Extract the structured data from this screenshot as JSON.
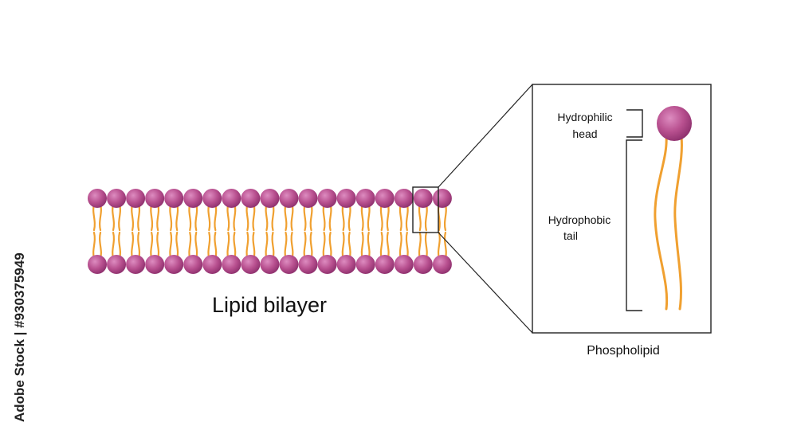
{
  "bilayer": {
    "label": "Lipid bilayer",
    "lipid_count": 19
  },
  "zoom_panel": {
    "head_label_line1": "Hydrophilic",
    "head_label_line2": "head",
    "tail_label_line1": "Hydrophobic",
    "tail_label_line2": "tail",
    "caption": "Phospholipid"
  },
  "stock_text": "Adobe Stock | #930375949",
  "colors": {
    "head": "#b8508f",
    "head_highlight": "#d780b6",
    "head_shadow": "#8c2f6c",
    "tail": "#f0a030",
    "frame": "#222222"
  }
}
